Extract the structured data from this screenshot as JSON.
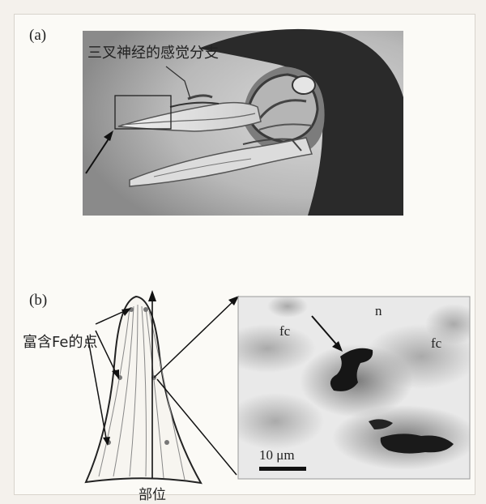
{
  "panel_a": {
    "label": "(a)",
    "annotation": "三叉神经的感觉分支"
  },
  "panel_b": {
    "label": "(b)",
    "iron_points_label": "富含Fe的点",
    "site_label": "部位",
    "micro_labels": {
      "fc_left": "fc",
      "n": "n",
      "fc_right": "fc"
    },
    "scale_bar": "10 μm"
  }
}
